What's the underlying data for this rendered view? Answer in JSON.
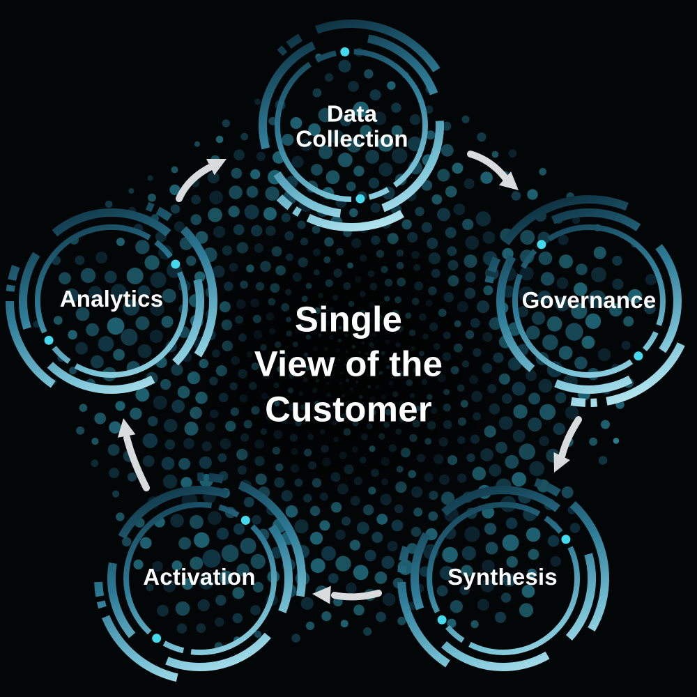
{
  "diagram": {
    "center_title": {
      "text": "Single View of the Customer",
      "lines": [
        "Single",
        "View of the",
        "Customer"
      ]
    },
    "nodes": [
      {
        "id": "data-collection",
        "label": "Data Collection"
      },
      {
        "id": "governance",
        "label": "Governance"
      },
      {
        "id": "synthesis",
        "label": "Synthesis"
      },
      {
        "id": "activation",
        "label": "Activation"
      },
      {
        "id": "analytics",
        "label": "Analytics"
      }
    ],
    "flow": [
      {
        "from": "data-collection",
        "to": "governance"
      },
      {
        "from": "governance",
        "to": "synthesis"
      },
      {
        "from": "synthesis",
        "to": "activation"
      },
      {
        "from": "activation",
        "to": "analytics"
      },
      {
        "from": "analytics",
        "to": "data-collection"
      }
    ],
    "colors": {
      "background": "#030607",
      "ring_gradient": [
        "#0c2e3d",
        "#2f7d99",
        "#79c2d6",
        "#b7e6f1"
      ],
      "accent_dot": "#45d9ef",
      "arrow": "#d9dcdd",
      "text": "#ffffff",
      "dot_palette": [
        "#0d2934",
        "#123845",
        "#174754",
        "#1b5260",
        "#0f3340",
        "#0b222c",
        "#1d5f6f",
        "#16453f",
        "#2a7b8f"
      ]
    }
  }
}
